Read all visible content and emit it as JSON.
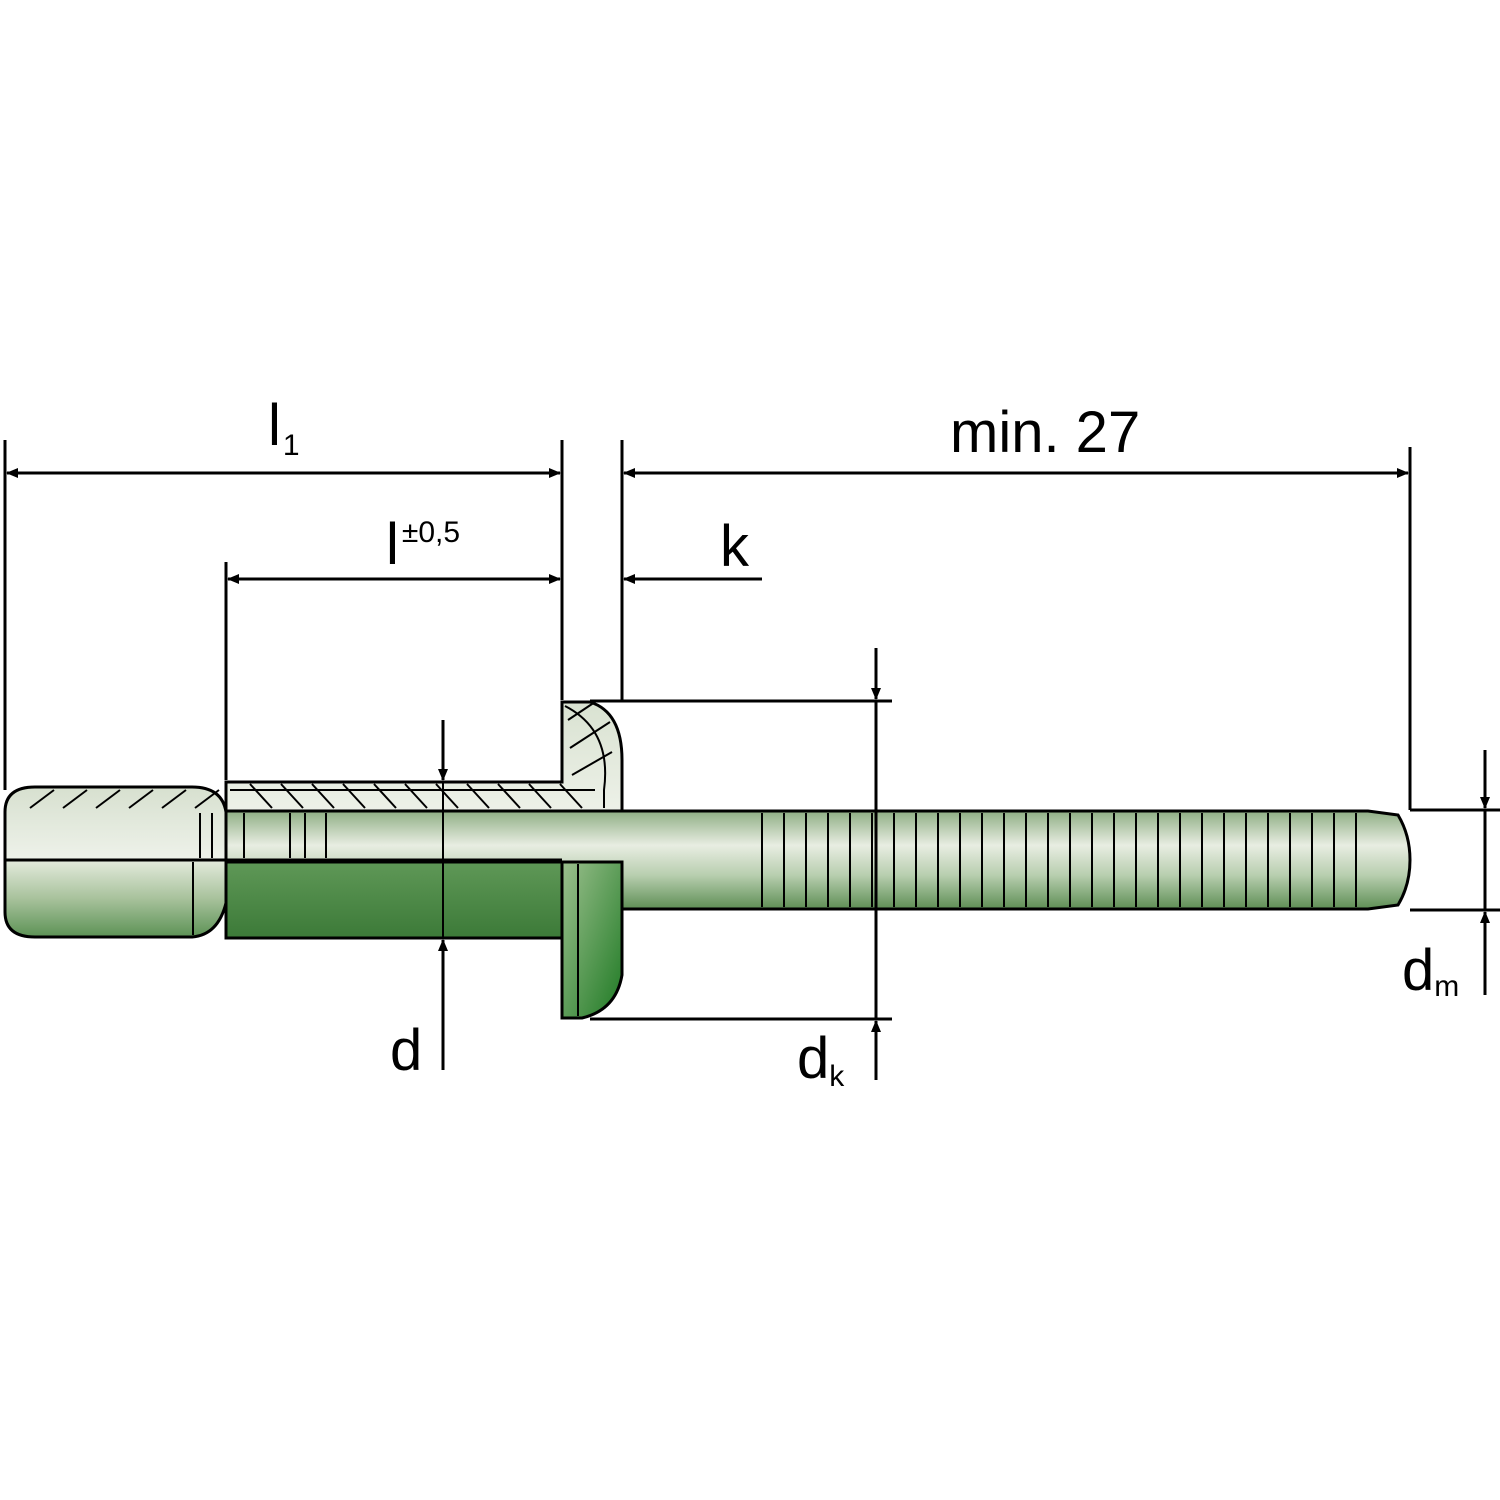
{
  "labels": {
    "l1_main": "l",
    "l1_sub": "1",
    "l_main": "l",
    "l_sup": "±0,5",
    "min27": "min. 27",
    "k": "k",
    "d": "d",
    "dk_main": "d",
    "dk_sub": "k",
    "dm_main": "d",
    "dm_sub": "m"
  },
  "colors": {
    "part_light": "#e6ece0",
    "part_mid": "#9fbb92",
    "part_dark": "#3d7a3a",
    "head_dark": "#2a7a2a",
    "outline": "#000000"
  }
}
